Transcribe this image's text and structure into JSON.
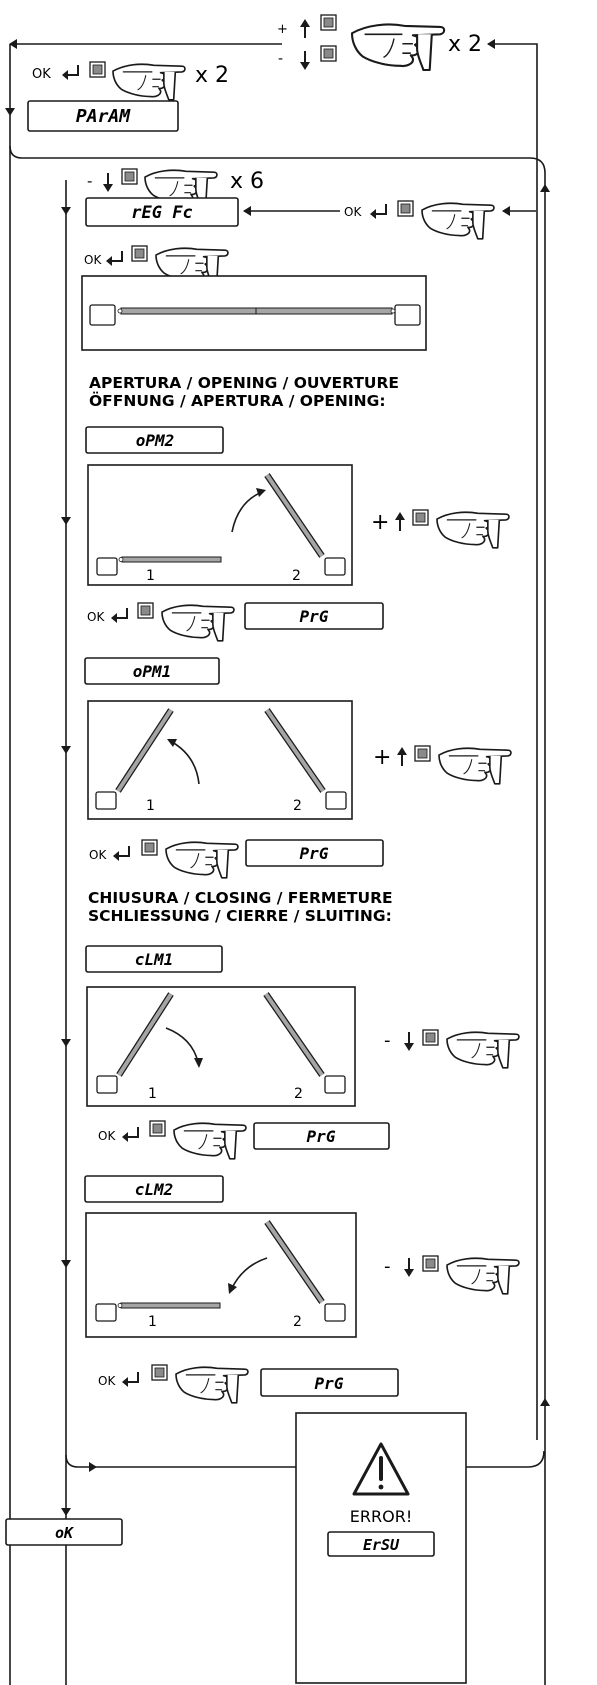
{
  "keys": {
    "plus": "+",
    "minus": "-",
    "ok": "OK",
    "times2": "x 2",
    "times6": "x 6"
  },
  "displays": {
    "param": "PArAM",
    "reg_fc": "rEG Fc",
    "opm2": "oPM2",
    "opm1": "oPM1",
    "clm1": "cLM1",
    "clm2": "cLM2",
    "prg": "PrG",
    "ok_result": "oK",
    "error_code": "ErSU"
  },
  "headings": {
    "opening_1": "APERTURA / OPENING / OUVERTURE",
    "opening_2": "ÖFFNUNG / APERTURA / OPENING:",
    "closing_1": "CHIUSURA / CLOSING / FERMETURE",
    "closing_2": "SCHLIESSUNG / CIERRE / SLUITING:"
  },
  "leaf_labels": {
    "leaf1": "1",
    "leaf2": "2"
  },
  "error_box": {
    "title": "ERROR!",
    "icon": "warning-triangle-icon"
  },
  "icons": [
    "pointing-hand-icon",
    "up-arrow-icon",
    "down-arrow-icon",
    "enter-arrow-icon",
    "button-square-icon",
    "warning-triangle-icon"
  ]
}
